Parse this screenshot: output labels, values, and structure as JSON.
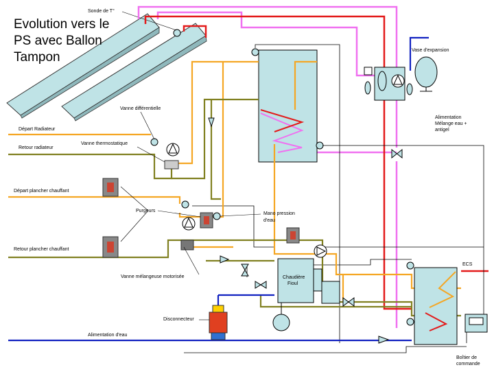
{
  "title": {
    "line1": "Evolution vers le",
    "line2": "PS avec Ballon",
    "line3": "Tampon"
  },
  "labels": {
    "sonde": "Sonde de T°",
    "vase": "Vase d'expansion",
    "alim_melange_1": "Alimentation",
    "alim_melange_2": "Mélange eau +",
    "alim_melange_3": "antigel",
    "vanne_diff": "Vanne différentielle",
    "depart_radiateur": "Départ Radiateur",
    "vanne_thermo": "Vanne thermostatique",
    "retour_radiateur": "Retour radiateur",
    "depart_plancher": "Départ plancher chauffant",
    "purgeurs": "Purgeurs",
    "mano_1": "Mano pression",
    "mano_2": "d'eau",
    "retour_plancher": "Retour plancher chauffant",
    "vanne_melangeuse": "Vanne mélangeuse motorisée",
    "chaudiere_1": "Chaudière",
    "chaudiere_2": "Fioul",
    "ecs": "ECS",
    "disconnecteur": "Disconnecteur",
    "alim_eau": "Alimentation d'eau",
    "boitier_1": "Boîtier de",
    "boitier_2": "commande"
  },
  "colors": {
    "hot": "#e31a1a",
    "orange": "#f5a623",
    "olive": "#808020",
    "pink": "#f070f0",
    "blue": "#1020c0",
    "tank": "#bfe3e6"
  }
}
